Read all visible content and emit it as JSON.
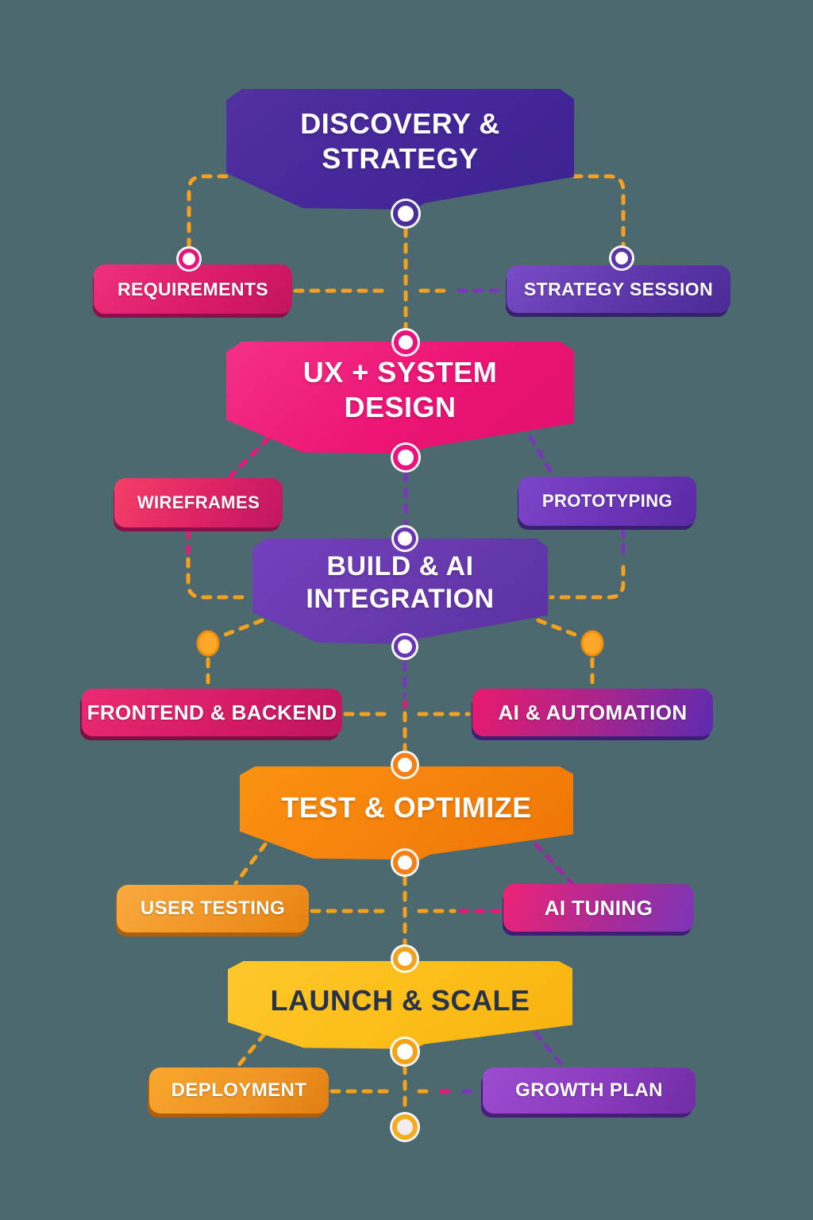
{
  "background_color": "#4C696F",
  "palette": {
    "connector_orange": "#F5A11C",
    "connector_pink": "#E8167B",
    "connector_purple": "#7B35BD",
    "connector_magenta": "#A126A6",
    "end_ring_gold": "#F3AC1B",
    "side_dot_orange": "#FFA827"
  },
  "stages": [
    {
      "label": "DISCOVERY & STRATEGY",
      "color": "#46289B",
      "ring_color": "#4B2E9E",
      "text_color": "#FFFFFF"
    },
    {
      "label": "UX + SYSTEM DESIGN",
      "color": "#EC1475",
      "ring_color": "#E8137B",
      "text_color": "#FFFFFF"
    },
    {
      "label": "BUILD & AI INTEGRATION",
      "color": "#6639AC",
      "ring_color": "#6A35B2",
      "text_color": "#FFFFFF"
    },
    {
      "label": "TEST & OPTIMIZE",
      "color": "#F5810C",
      "ring_color": "#F57F17",
      "text_color": "#FFFFFF"
    },
    {
      "label": "LAUNCH & SCALE",
      "color": "#FCBD17",
      "ring_color": "#F3A21B",
      "text_color": "#27334A"
    }
  ],
  "substeps": [
    {
      "label": "REQUIREMENTS",
      "color": "#D91A68"
    },
    {
      "label": "STRATEGY SESSION",
      "color": "#5B35A8"
    },
    {
      "label": "WIREFRAMES",
      "color": "#DD2365"
    },
    {
      "label": "PROTOTYPING",
      "color": "#6B34B8"
    },
    {
      "label": "FRONTEND & BACKEND",
      "color": "#D41A64"
    },
    {
      "label": "AI & AUTOMATION",
      "color_start": "#E9196E",
      "color_end": "#5C2BB0"
    },
    {
      "label": "USER TESTING",
      "color": "#F09323"
    },
    {
      "label": "AI TUNING",
      "color_start": "#EF2377",
      "color_end": "#7C35B8"
    },
    {
      "label": "DEPLOYMENT",
      "color": "#EF9322"
    },
    {
      "label": "GROWTH PLAN",
      "color": "#8A3BBF"
    }
  ]
}
